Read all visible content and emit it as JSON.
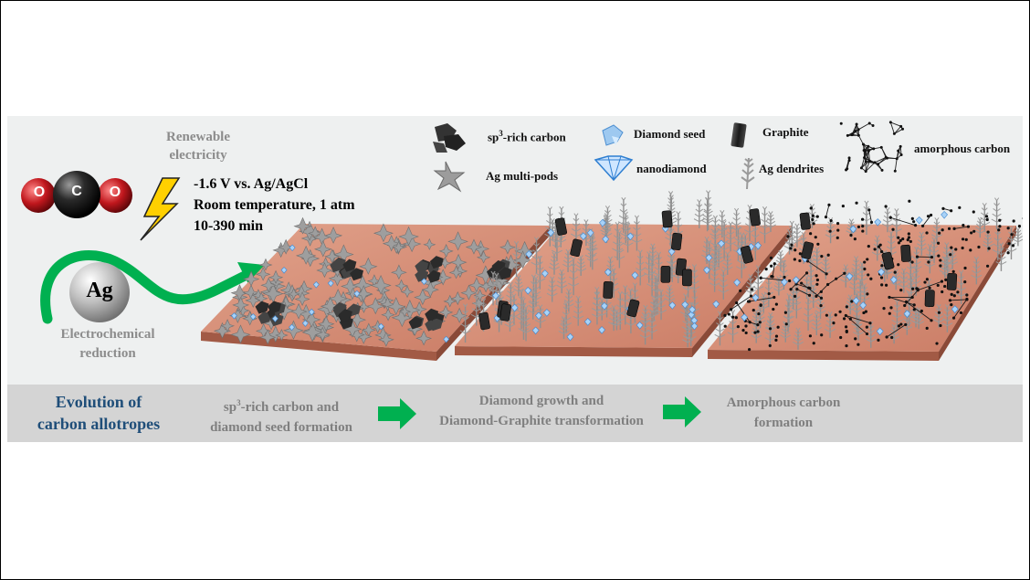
{
  "process": {
    "source_label": "Renewable electricity",
    "conditions": [
      "-1.6 V vs. Ag/AgCl",
      "Room temperature, 1 atm",
      "10-390 min"
    ],
    "catalyst": "Ag",
    "method_label": "Electrochemical reduction",
    "molecule_atoms": [
      "O",
      "C",
      "O"
    ]
  },
  "legend": {
    "sp3_prefix": "sp",
    "sp3_sup": "3",
    "sp3_suffix": "-rich carbon",
    "ag_multipods": "Ag multi-pods",
    "diamond_seed": "Diamond seed",
    "nanodiamond": "nanodiamond",
    "graphite": "Graphite",
    "ag_dendrites": "Ag dendrites",
    "amorphous_carbon": "amorphous carbon"
  },
  "evolution": {
    "title_line1": "Evolution of",
    "title_line2": "carbon allotropes",
    "step1_line1_prefix": "sp",
    "step1_line1_sup": "3",
    "step1_line1_suffix": "-rich carbon and",
    "step1_line2": "diamond seed formation",
    "step2_line1": "Diamond growth and",
    "step2_line2": "Diamond-Graphite transformation",
    "step3_line1": "Amorphous carbon",
    "step3_line2": "formation"
  },
  "colors": {
    "arrow_green": "#00b050",
    "title_blue": "#1f4e79",
    "substrate": "#d08a72",
    "oxygen_red": "#c0171d"
  }
}
